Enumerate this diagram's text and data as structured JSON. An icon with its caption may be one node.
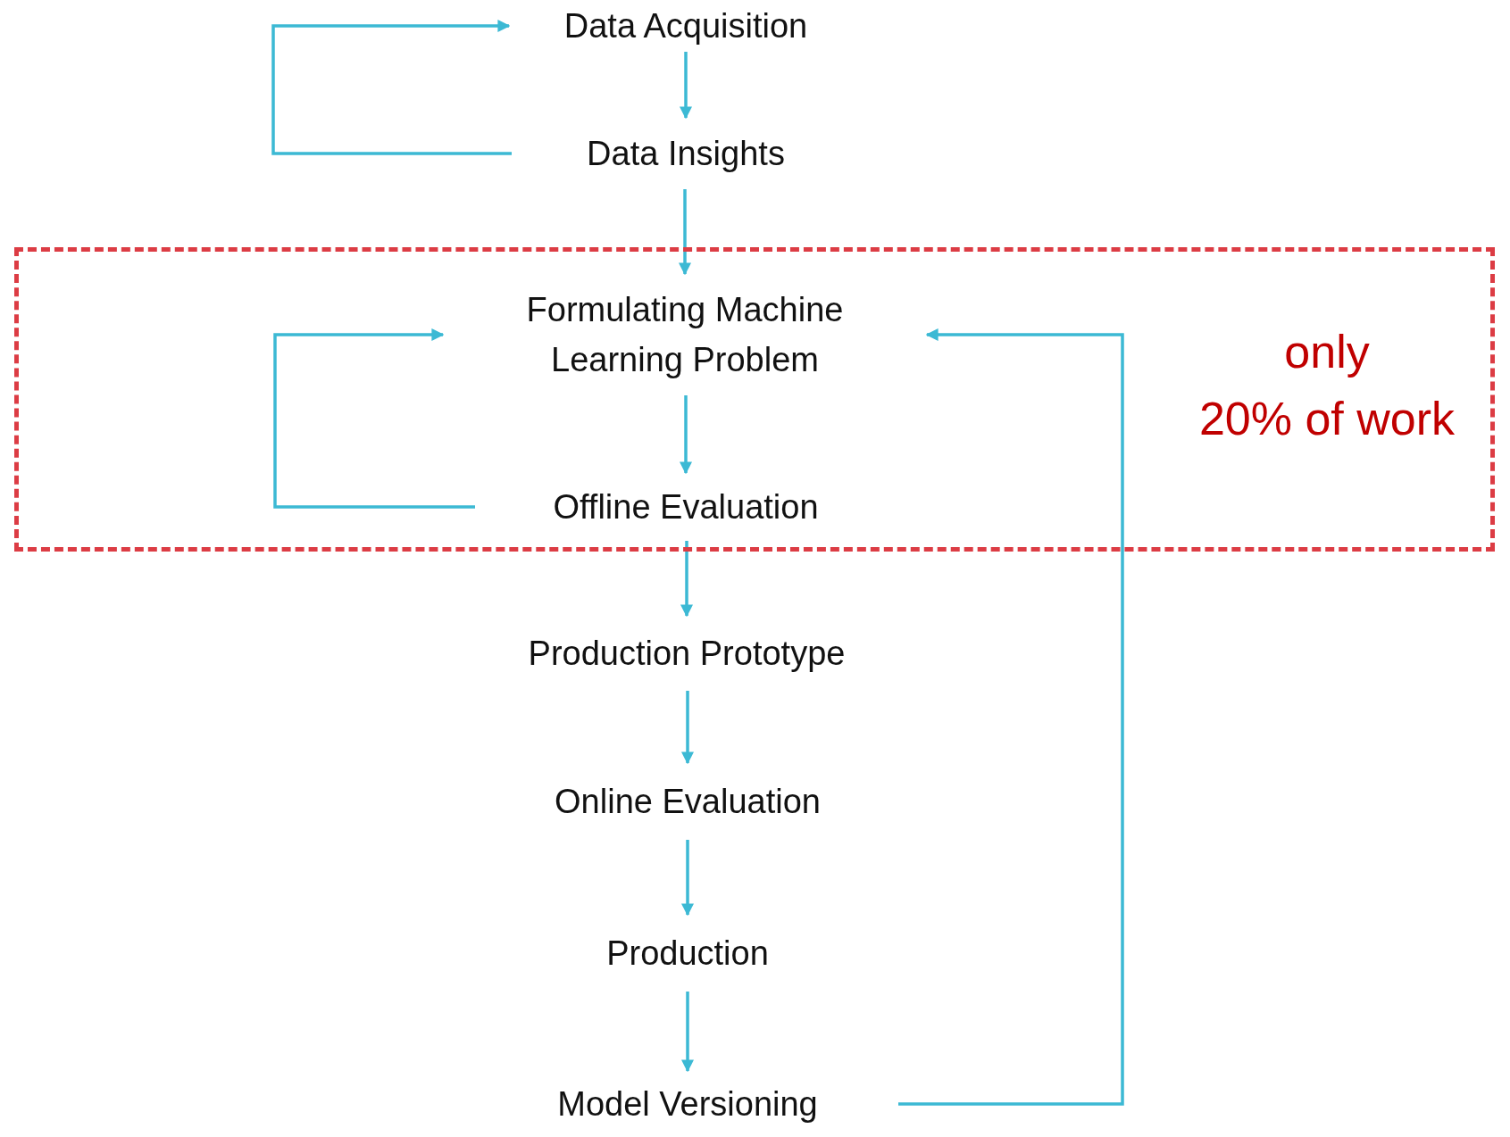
{
  "diagram": {
    "nodes": [
      {
        "text": [
          "Data Acquisition"
        ]
      },
      {
        "text": [
          "Data Insights"
        ]
      },
      {
        "text": [
          "only",
          "20% of work"
        ]
      },
      {
        "text": [
          "Formulating Machine Learning Problem"
        ],
        "in": 2
      },
      {
        "text": [
          "Offline Evaluation"
        ],
        "in": 2
      },
      {
        "text": [
          "Production Prototype"
        ]
      },
      {
        "text": [
          "Online Evaluation"
        ]
      },
      {
        "text": [
          "Production"
        ]
      },
      {
        "text": [
          "Model Versioning"
        ]
      }
    ],
    "edges": [
      {
        "from": 0,
        "to": 1,
        "arrow": "to"
      },
      {
        "from": 1,
        "to": 0,
        "arrow": "to"
      },
      {
        "from": 1,
        "to": 3,
        "arrow": "to"
      },
      {
        "from": 3,
        "to": 4,
        "arrow": "to"
      },
      {
        "from": 4,
        "to": 3,
        "arrow": "to"
      },
      {
        "from": 4,
        "to": 5,
        "arrow": "to"
      },
      {
        "from": 5,
        "to": 6,
        "arrow": "to"
      },
      {
        "from": 6,
        "to": 7,
        "arrow": "to"
      },
      {
        "from": 7,
        "to": 8,
        "arrow": "to"
      },
      {
        "from": 8,
        "to": 3,
        "arrow": "to"
      }
    ]
  }
}
